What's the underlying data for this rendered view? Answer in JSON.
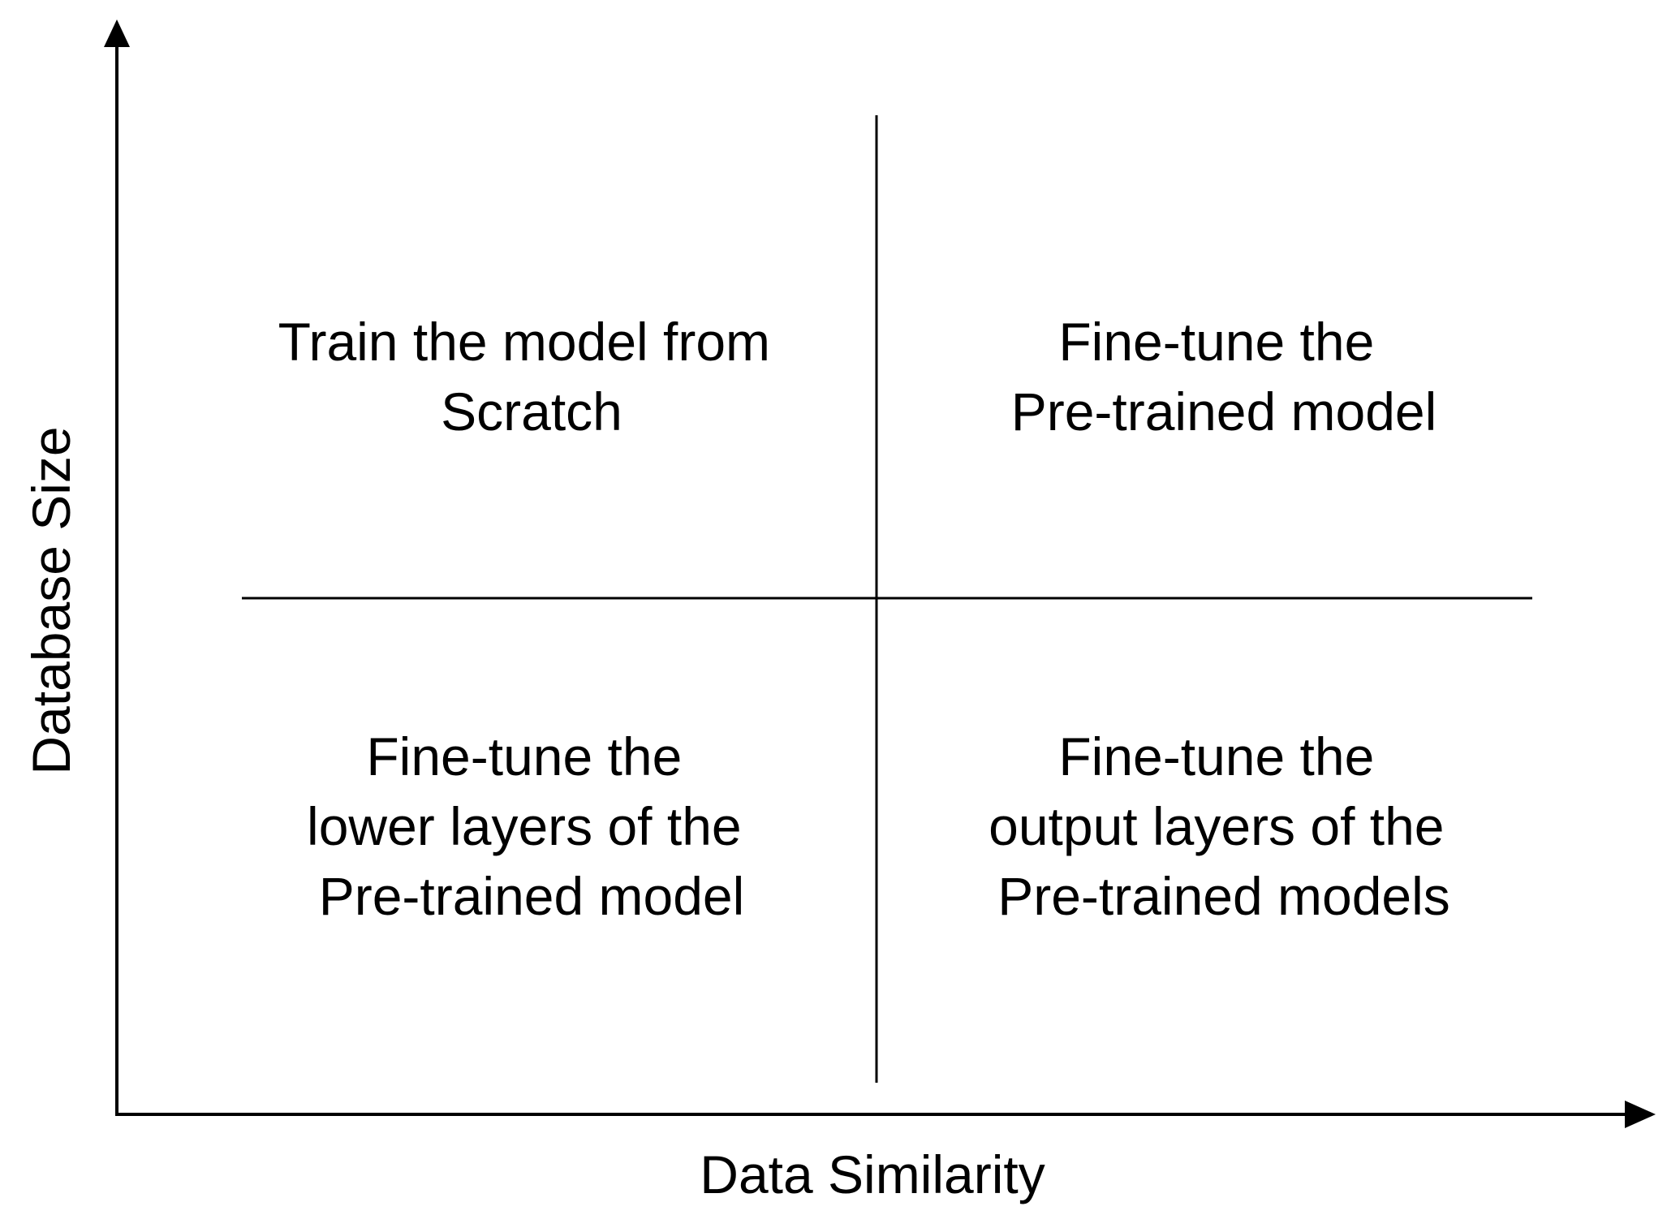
{
  "axes": {
    "x_label": "Data Similarity",
    "y_label": "Database Size"
  },
  "quadrants": {
    "top_left": {
      "line1": "Train the model from",
      "line2": "Scratch"
    },
    "top_right": {
      "line1": "Fine-tune the",
      "line2": "Pre-trained model"
    },
    "bottom_left": {
      "line1": "Fine-tune the",
      "line2": "lower layers of the",
      "line3": "Pre-trained model"
    },
    "bottom_right": {
      "line1": "Fine-tune the",
      "line2": "output layers of the",
      "line3": "Pre-trained models"
    }
  },
  "colors": {
    "line": "#000000",
    "background": "#ffffff"
  }
}
